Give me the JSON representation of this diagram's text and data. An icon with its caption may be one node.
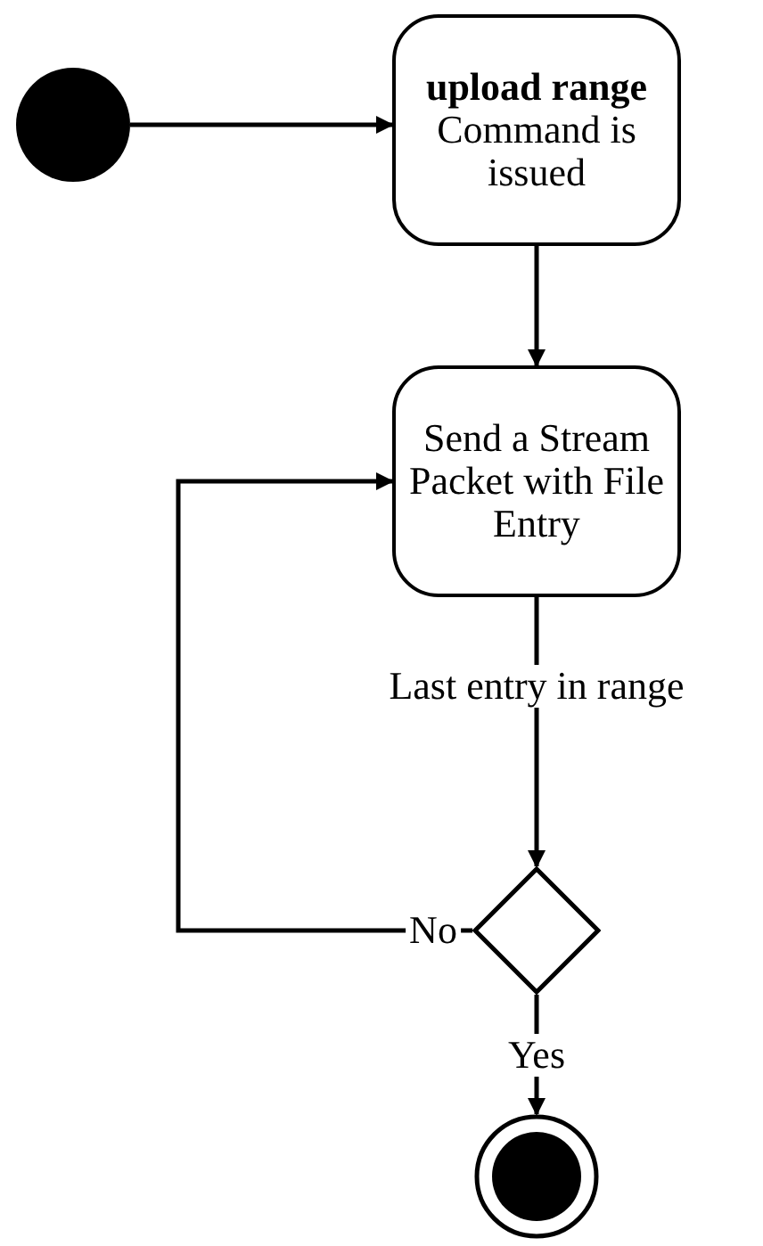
{
  "diagram": {
    "nodes": [
      {
        "text": [],
        "shape": "circle"
      },
      {
        "text": [
          "**upload range** Command is issued"
        ]
      },
      {
        "text": [
          "Send a Stream Packet with File Entry"
        ]
      },
      {
        "text": [],
        "shape": "diamond"
      },
      {
        "text": [],
        "shape": "circle"
      }
    ],
    "edges": [
      {
        "from": 0,
        "to": 1,
        "arrow": "to"
      },
      {
        "from": 1,
        "to": 2,
        "arrow": "to"
      },
      {
        "from": 2,
        "to": 3,
        "arrow": "to",
        "label": "Last entry in range"
      },
      {
        "from": 3,
        "to": 2,
        "arrow": "to",
        "label": "No"
      },
      {
        "from": 3,
        "to": 4,
        "arrow": "to",
        "label": "Yes"
      }
    ]
  }
}
